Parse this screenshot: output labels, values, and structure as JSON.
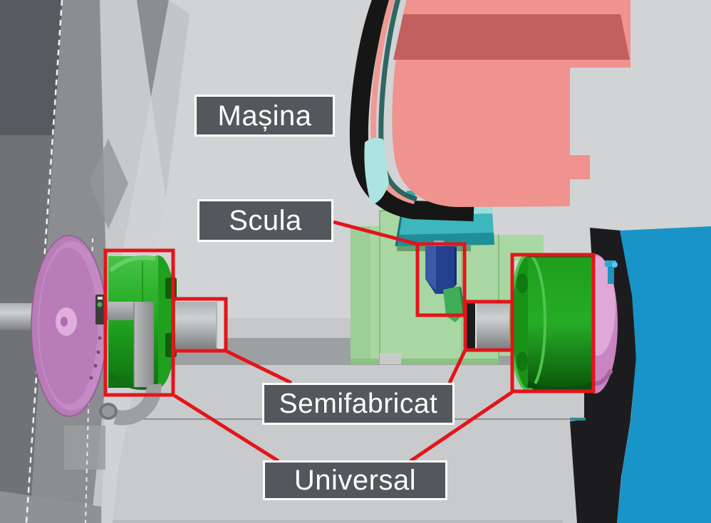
{
  "callouts": {
    "masina": {
      "text": "Mașina"
    },
    "scula": {
      "text": "Scula"
    },
    "semifabricat": {
      "text": "Semifabricat"
    },
    "universal": {
      "text": "Universal"
    }
  },
  "colors": {
    "annotation_red": "#e3151b",
    "label_background": "#54585c",
    "label_border": "#ffffff",
    "label_text": "#ffffff",
    "background_gray": "#d2d3d5",
    "machine_head_pink": "#f0928d",
    "machine_head_dark_band": "#c2605f",
    "turret_light_green": "#a9d7a3",
    "collar_teal": "#3db6bd",
    "chuck_green": "#22aa22",
    "workpiece_gray": "#c8c9cb",
    "spindle_disc_purple": "#b87cb8",
    "tailstock_disc_pink": "#c985c2",
    "cutting_tool_blue": "#24418f",
    "housing_blue": "#1894c8",
    "housing_black": "#1c1c1e",
    "bed_dark_gray": "#9da0a2"
  }
}
